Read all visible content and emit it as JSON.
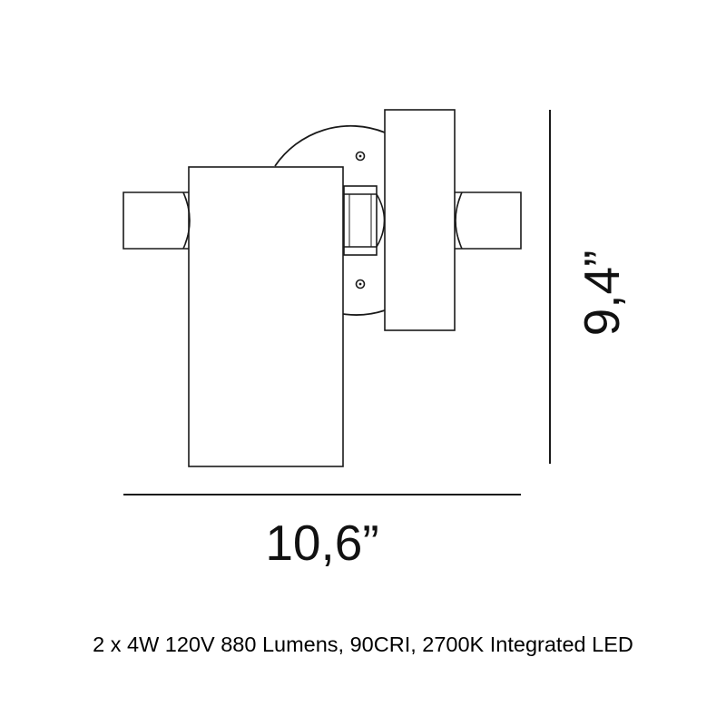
{
  "dimensions": {
    "width_label": "10,6”",
    "height_label": "9,4”"
  },
  "spec": "2 x 4W 120V 880 Lumens, 90CRI, 2700K Integrated LED",
  "colors": {
    "line": "#1a1a1a",
    "background": "#ffffff"
  }
}
